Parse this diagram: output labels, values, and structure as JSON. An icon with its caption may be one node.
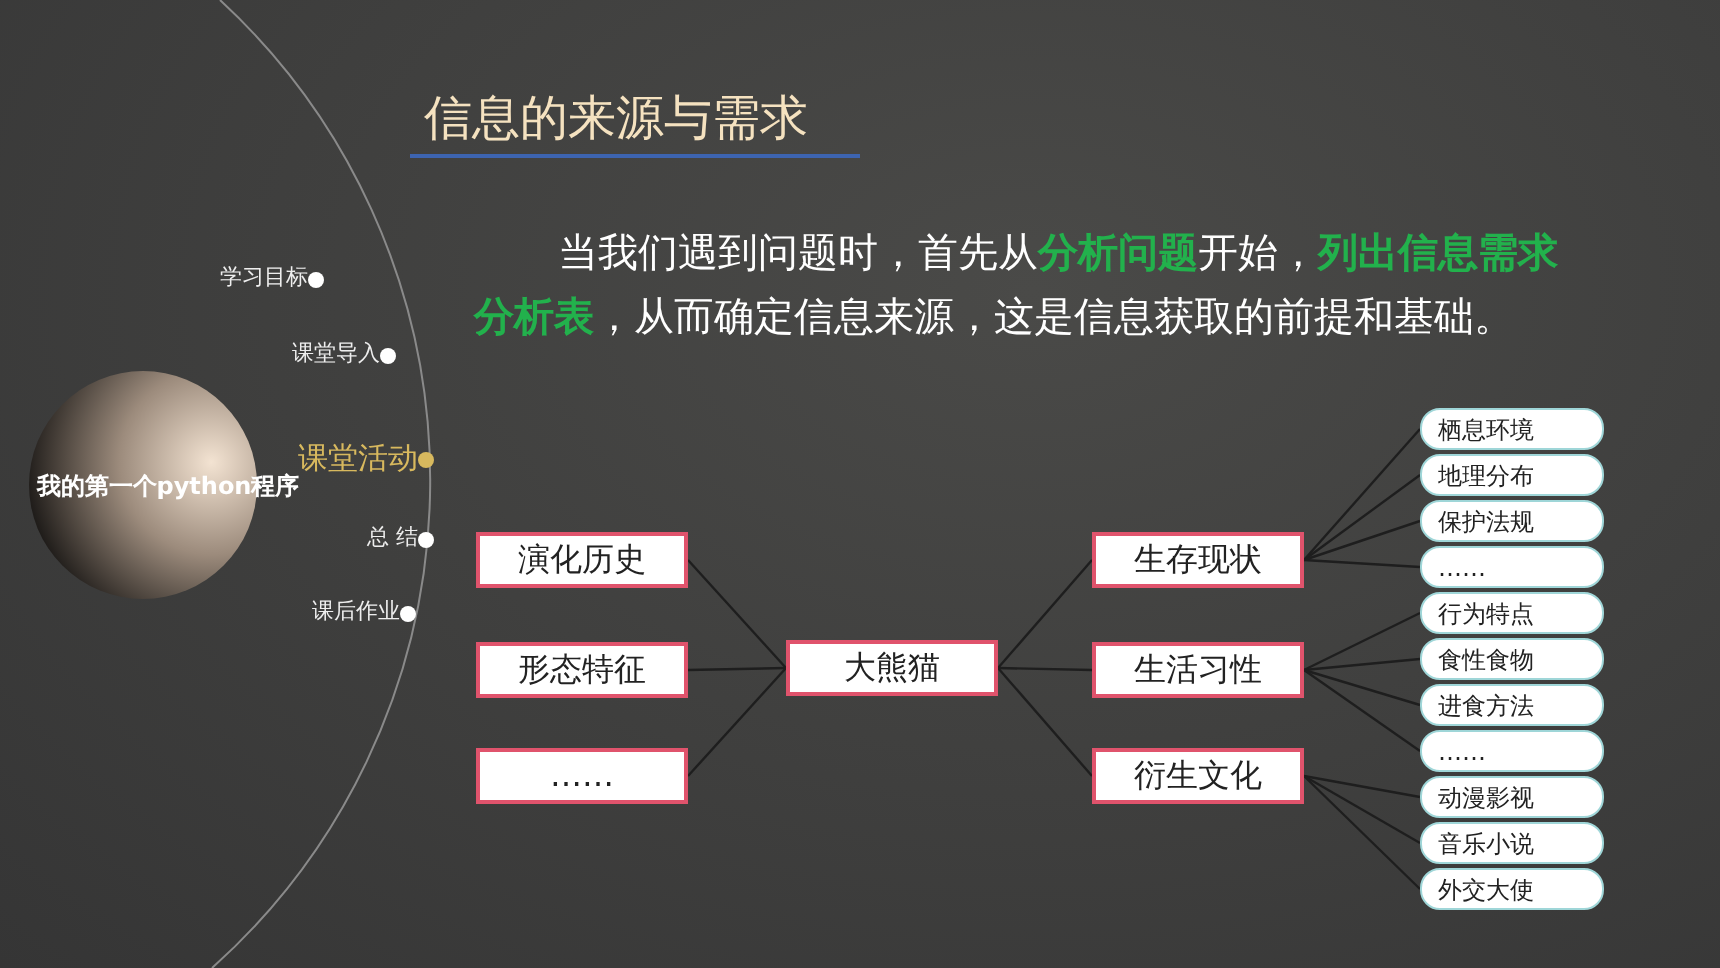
{
  "diagram": {
    "title": "信息的来源与需求",
    "nodes": [
      {
        "text": [
          "我的第一个python程序"
        ]
      },
      {
        "text": [
          "演化历史"
        ]
      },
      {
        "text": [
          "形态特征"
        ]
      },
      {
        "text": [
          "……"
        ]
      },
      {
        "text": [
          "大熊猫"
        ]
      },
      {
        "text": [
          "生存现状"
        ]
      },
      {
        "text": [
          "生活习性"
        ]
      },
      {
        "text": [
          "衍生文化"
        ]
      },
      {
        "text": [
          "栖息环境"
        ]
      },
      {
        "text": [
          "地理分布"
        ]
      },
      {
        "text": [
          "保护法规"
        ]
      },
      {
        "text": [
          "……"
        ]
      },
      {
        "text": [
          "行为特点"
        ]
      },
      {
        "text": [
          "食性食物"
        ]
      },
      {
        "text": [
          "进食方法"
        ]
      },
      {
        "text": [
          "……"
        ]
      },
      {
        "text": [
          "动漫影视"
        ]
      },
      {
        "text": [
          "音乐小说"
        ]
      },
      {
        "text": [
          "外交大使"
        ]
      }
    ],
    "edges": [
      {
        "from": 1,
        "to": 4,
        "arrow": "none"
      },
      {
        "from": 2,
        "to": 4,
        "arrow": "none"
      },
      {
        "from": 3,
        "to": 4,
        "arrow": "none"
      },
      {
        "from": 4,
        "to": 5,
        "arrow": "none"
      },
      {
        "from": 4,
        "to": 6,
        "arrow": "none"
      },
      {
        "from": 4,
        "to": 7,
        "arrow": "none"
      },
      {
        "from": 5,
        "to": 8,
        "arrow": "none"
      },
      {
        "from": 5,
        "to": 9,
        "arrow": "none"
      },
      {
        "from": 5,
        "to": 10,
        "arrow": "none"
      },
      {
        "from": 5,
        "to": 11,
        "arrow": "none"
      },
      {
        "from": 6,
        "to": 12,
        "arrow": "none"
      },
      {
        "from": 6,
        "to": 13,
        "arrow": "none"
      },
      {
        "from": 6,
        "to": 14,
        "arrow": "none"
      },
      {
        "from": 6,
        "to": 15,
        "arrow": "none"
      },
      {
        "from": 7,
        "to": 16,
        "arrow": "none"
      },
      {
        "from": 7,
        "to": 17,
        "arrow": "none"
      },
      {
        "from": 7,
        "to": 18,
        "arrow": "none"
      }
    ],
    "labels": [
      "学习目标",
      "课堂导入",
      "课堂活动",
      "总 结",
      "课后作业",
      "当我们遇到问题时，首先从**分析问题**开始，**列出信息需求分析表**，从而确定信息来源，这是信息获取的前提和基础。"
    ]
  }
}
